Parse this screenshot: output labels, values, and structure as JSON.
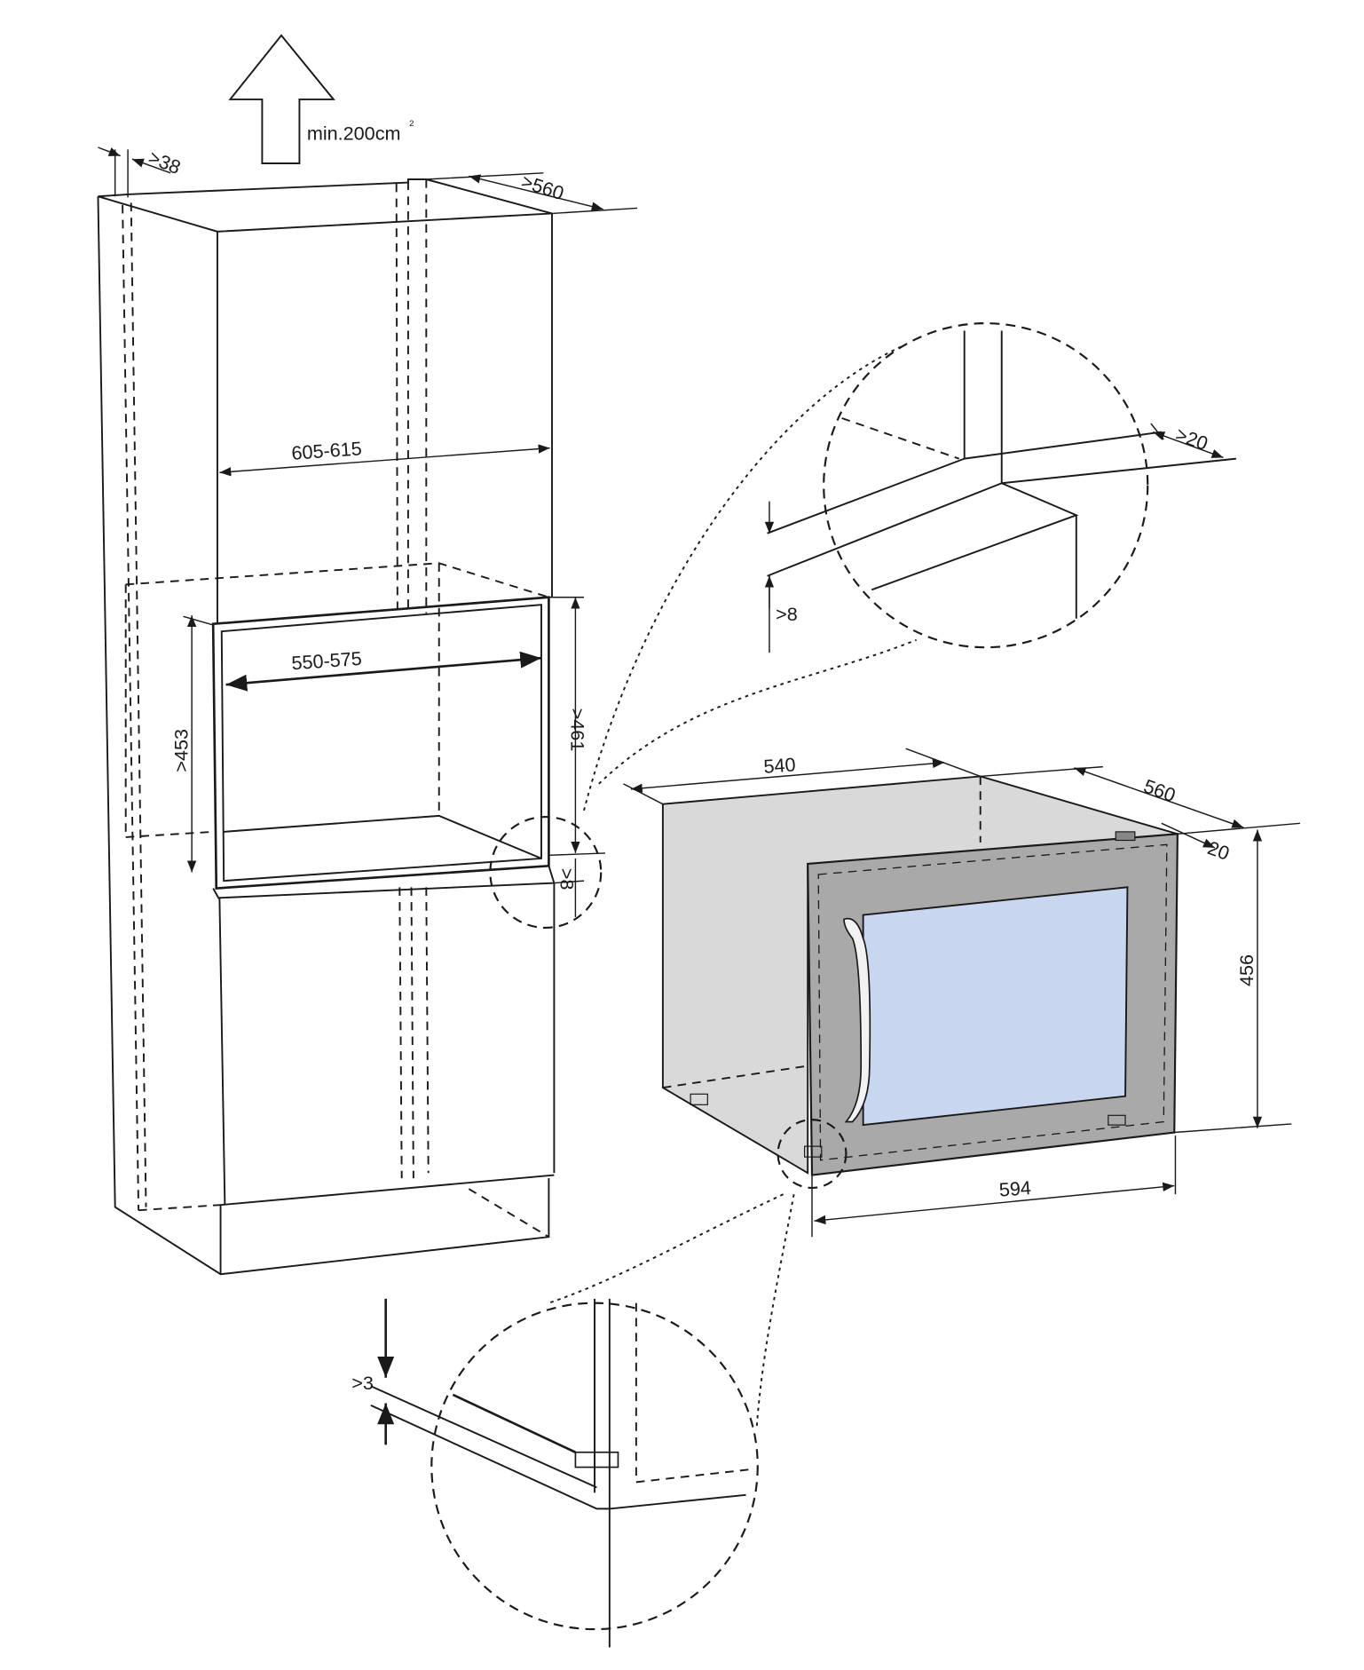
{
  "diagram": {
    "ventilation_label": "min.200cm",
    "ventilation_superscript": "2",
    "colors": {
      "appliance_side": "#d9d9d9",
      "appliance_door": "#a9a9a9",
      "glass": "#c9d6ef",
      "line": "#1a1a1a"
    },
    "cabinet_dims": {
      "panel_thickness": ">38",
      "depth": ">560",
      "inner_width": "605-615",
      "niche_width": "550-575",
      "niche_height_left": ">453",
      "niche_height_right": ">461",
      "gap_bottom": ">8"
    },
    "detail_top": {
      "gap_side": ">20",
      "gap_bottom": ">8"
    },
    "appliance_dims": {
      "width_body": "540",
      "depth": "560",
      "door_depth": "20",
      "height": "456",
      "width_front": "594"
    },
    "detail_bottom": {
      "gap": ">3"
    }
  }
}
